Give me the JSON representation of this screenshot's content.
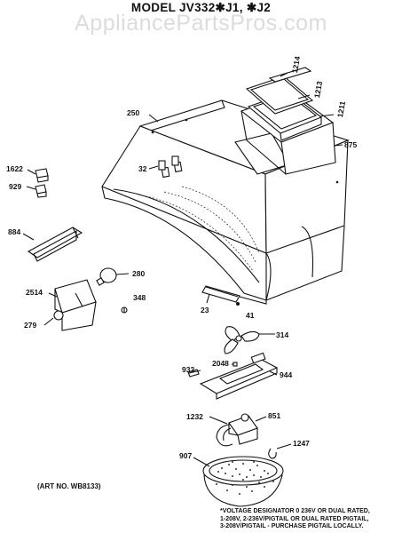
{
  "header": {
    "title": "MODEL JV332✱J1, ✱J2",
    "watermark": "AppliancePartsPros.com"
  },
  "art_number": "(ART NO. WB8133)",
  "voltage_note": [
    "*VOLTAGE DESIGNATOR 0 236V OR DUAL RATED,",
    "1-208V, 2-236V/PIGTAIL OR DUAL RATED PIGTAIL,",
    "3-208V/PIGTAIL - PURCHASE PIGTAIL LOCALLY."
  ],
  "callouts": {
    "c1214": "1214",
    "c1213": "1213",
    "c1211": "1211",
    "c250": "250",
    "c875": "875",
    "c1622": "1622",
    "c929": "929",
    "c32": "32",
    "c884": "884",
    "c280": "280",
    "c2514": "2514",
    "c348": "348",
    "c279": "279",
    "c23": "23",
    "c41": "41",
    "c314": "314",
    "c2048": "2048",
    "c933": "933",
    "c944": "944",
    "c1232": "1232",
    "c851": "851",
    "c1247": "1247",
    "c907": "907"
  }
}
